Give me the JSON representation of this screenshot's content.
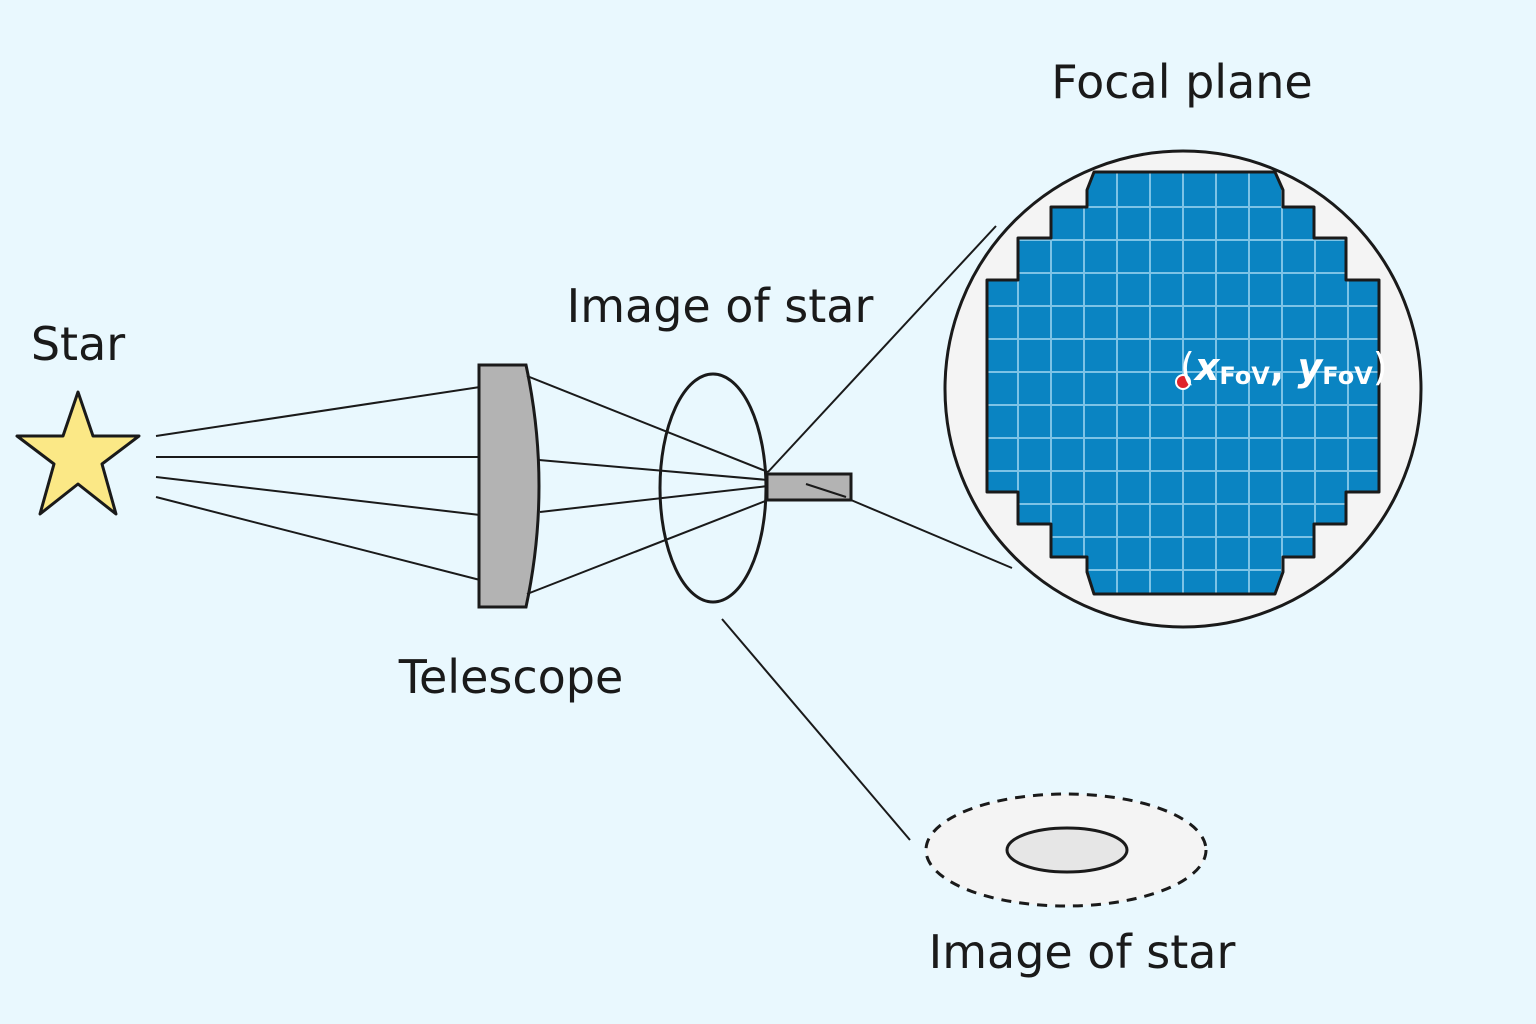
{
  "labels": {
    "star": "Star",
    "telescope": "Telescope",
    "image_of_star_top": "Image of star",
    "focal_plane": "Focal plane",
    "image_of_star_bottom": "Image of star"
  },
  "coordinate": {
    "open_paren": "(",
    "x": "x",
    "x_sub": "FoV",
    "comma": ", ",
    "y": "y",
    "y_sub": "FoV",
    "close_paren": ")"
  },
  "colors": {
    "background": "#e9f8fe",
    "star_fill": "#fbe886",
    "telescope_fill": "#b3b3b3",
    "detector_fill": "#0a84c2",
    "grid_line": "#7cc3e6",
    "circle_fill": "#f4f4f4",
    "point_marker": "#e0242b"
  },
  "icons": {
    "star": "star-icon",
    "telescope": "mirror-shape",
    "detector": "ccd-grid"
  }
}
